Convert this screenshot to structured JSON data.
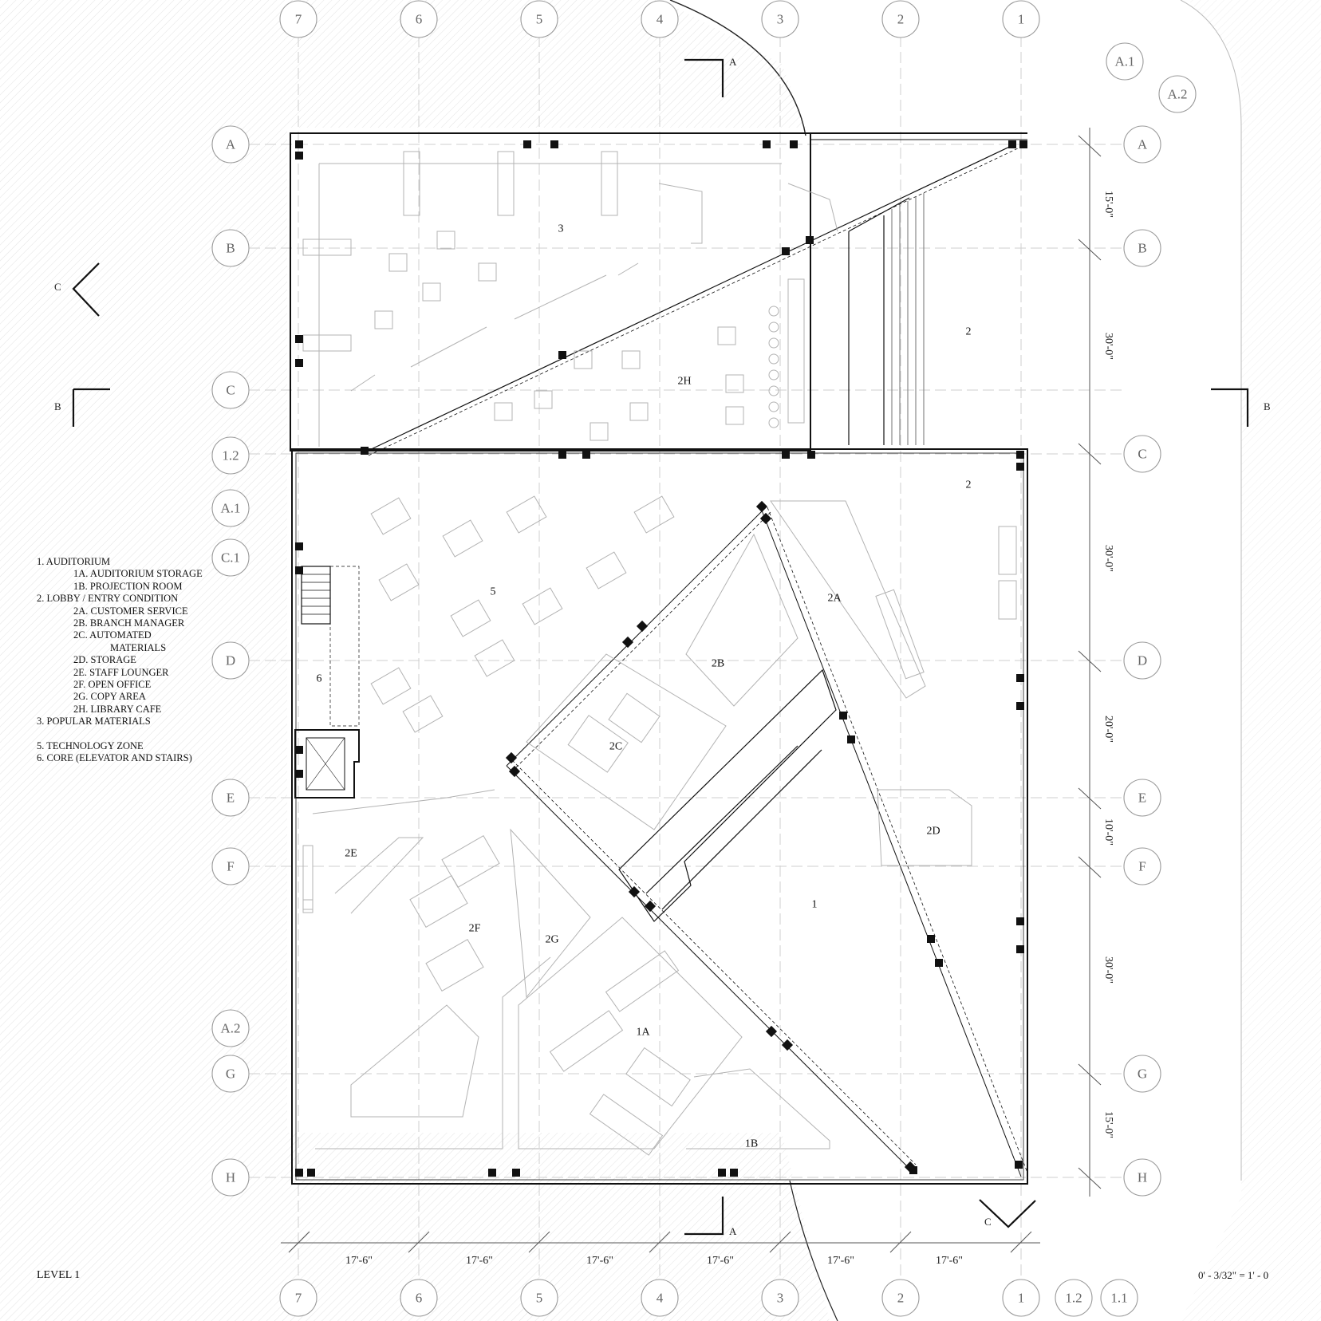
{
  "drawing": {
    "title": "LEVEL 1",
    "scale": "0' - 3/32\" = 1' - 0"
  },
  "legend": {
    "items": [
      {
        "text": "1. AUDITORIUM",
        "level": 0
      },
      {
        "text": "1A. AUDITORIUM STORAGE",
        "level": 1
      },
      {
        "text": "1B. PROJECTION ROOM",
        "level": 1
      },
      {
        "text": "2. LOBBY / ENTRY CONDITION",
        "level": 0
      },
      {
        "text": "2A. CUSTOMER SERVICE",
        "level": 1
      },
      {
        "text": "2B. BRANCH MANAGER",
        "level": 1
      },
      {
        "text": "2C.  AUTOMATED",
        "level": 1
      },
      {
        "text": "MATERIALS",
        "level": 2
      },
      {
        "text": "2D. STORAGE",
        "level": 1
      },
      {
        "text": "2E. STAFF LOUNGER",
        "level": 1
      },
      {
        "text": "2F. OPEN OFFICE",
        "level": 1
      },
      {
        "text": "2G. COPY AREA",
        "level": 1
      },
      {
        "text": "2H. LIBRARY CAFE",
        "level": 1
      },
      {
        "text": "3. POPULAR MATERIALS",
        "level": 0
      },
      {
        "text": "",
        "level": -1
      },
      {
        "text": "5. TECHNOLOGY ZONE",
        "level": 0
      },
      {
        "text": "6. CORE (ELEVATOR AND STAIRS)",
        "level": 0
      }
    ]
  },
  "rooms": [
    "3",
    "2",
    "2H",
    "2",
    "5",
    "2A",
    "2B",
    "6",
    "2C",
    "2E",
    "2D",
    "2F",
    "2G",
    "1",
    "1A",
    "1B"
  ],
  "grid_columns_top": [
    "7",
    "6",
    "5",
    "4",
    "3",
    "2",
    "1"
  ],
  "grid_columns_bottom": [
    "7",
    "6",
    "5",
    "4",
    "3",
    "2",
    "1",
    "1.2",
    "1.1"
  ],
  "grid_extra_top": [
    "A.1",
    "A.2"
  ],
  "grid_rows_left": [
    "A",
    "B",
    "C",
    "1.2",
    "A.1",
    "C.1",
    "D",
    "E",
    "F",
    "A.2",
    "G",
    "H"
  ],
  "grid_rows_right": [
    "A",
    "B",
    "C",
    "D",
    "E",
    "F",
    "G",
    "H"
  ],
  "dimensions_right": [
    "15'-0\"",
    "30'-0\"",
    "30'-0\"",
    "20'-0\"",
    "10'-0\"",
    "30'-0\"",
    "15'-0\""
  ],
  "dimensions_bottom": [
    "17'-6\"",
    "17'-6\"",
    "17'-6\"",
    "17'-6\"",
    "17'-6\"",
    "17'-6\""
  ],
  "section_markers": [
    "A",
    "A",
    "B",
    "B",
    "C",
    "C"
  ]
}
